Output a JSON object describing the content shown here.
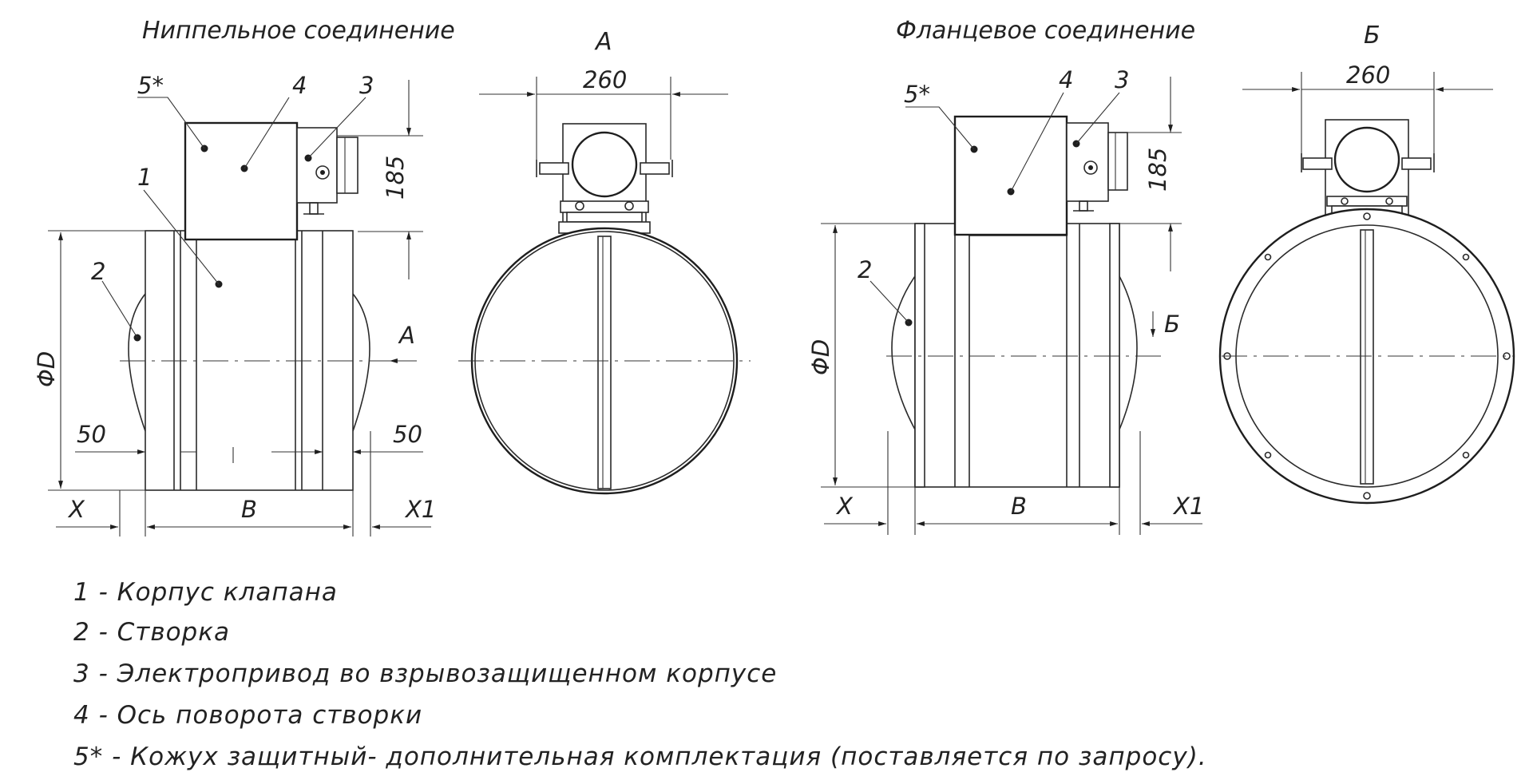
{
  "titles": {
    "nipple": "Ниппельное соединение",
    "flange": "Фланцевое соединение"
  },
  "views": {
    "a": "А",
    "b": "Б"
  },
  "callouts": {
    "c1": "1",
    "c2": "2",
    "c3": "3",
    "c4": "4",
    "c5": "5*"
  },
  "dimensions": {
    "width_top": "260",
    "height_top": "185",
    "diameter": "ΦD",
    "length": "B",
    "x_left": "X",
    "x_right": "X1",
    "offset": "50"
  },
  "legend": [
    "1 - Корпус клапана",
    "2 - Створка",
    "3 - Электропривод во взрывозащищенном корпусе",
    "4 - Ось поворота створки",
    "5* - Кожух защитный- дополнительная комплектация (поставляется по запросу)."
  ]
}
